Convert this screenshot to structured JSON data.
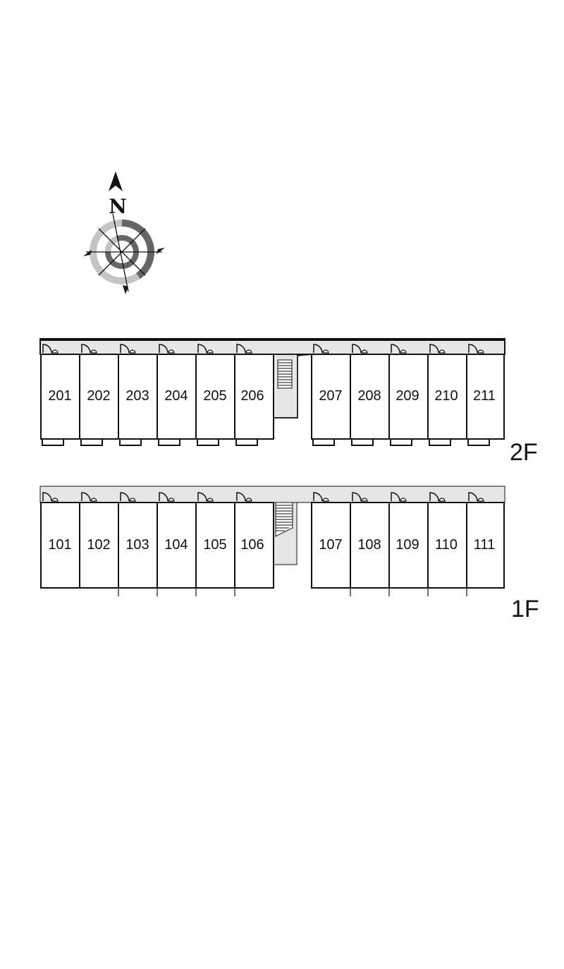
{
  "compass": {
    "north_label": "N",
    "icon": "compass-rose-icon"
  },
  "floors": [
    {
      "id": "2f",
      "label": "2F",
      "units": [
        "201",
        "202",
        "203",
        "204",
        "205",
        "206",
        "207",
        "208",
        "209",
        "210",
        "211"
      ]
    },
    {
      "id": "1f",
      "label": "1F",
      "units": [
        "101",
        "102",
        "103",
        "104",
        "105",
        "106",
        "107",
        "108",
        "109",
        "110",
        "111"
      ]
    }
  ],
  "colors": {
    "line": "#111111",
    "corridor": "#e6e6e6",
    "stair": "#e6e6e6",
    "compass_dark": "#666666",
    "compass_light": "#c4c4c4"
  }
}
